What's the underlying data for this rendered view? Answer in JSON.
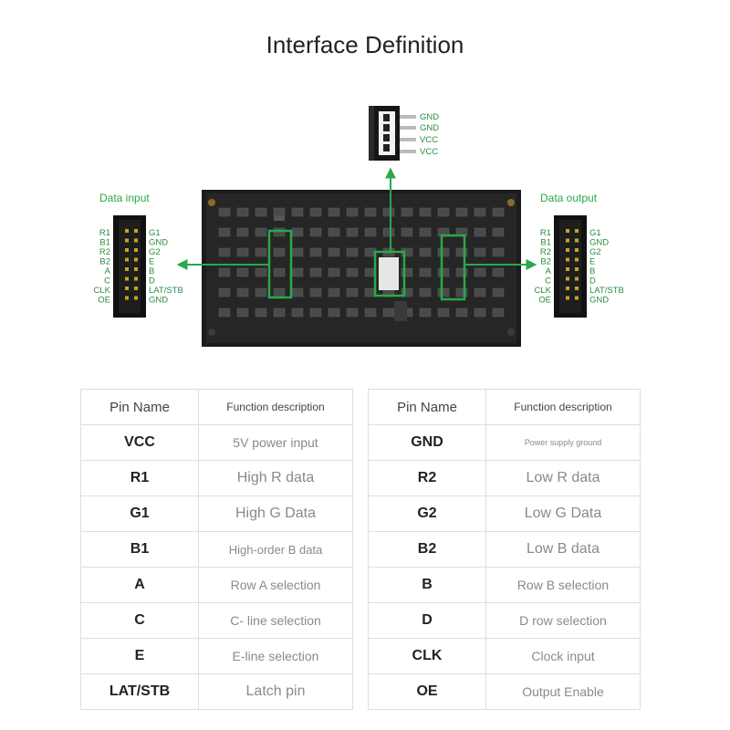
{
  "title": "Interface Definition",
  "power_connector": {
    "pins": [
      "GND",
      "GND",
      "VCC",
      "VCC"
    ]
  },
  "data_input": {
    "label": "Data input",
    "left_pins": [
      "R1",
      "B1",
      "R2",
      "B2",
      "A",
      "C",
      "CLK",
      "OE"
    ],
    "right_pins": [
      "G1",
      "GND",
      "G2",
      "E",
      "B",
      "D",
      "LAT/STB",
      "GND"
    ]
  },
  "data_output": {
    "label": "Data output",
    "left_pins": [
      "R1",
      "B1",
      "R2",
      "B2",
      "A",
      "C",
      "CLK",
      "OE"
    ],
    "right_pins": [
      "G1",
      "GND",
      "G2",
      "E",
      "B",
      "D",
      "LAT/STB",
      "GND"
    ]
  },
  "colors": {
    "accent": "#2aa84a",
    "board": "#1c1c1c",
    "header": "#111111"
  },
  "left_table": {
    "header": {
      "name": "Pin Name",
      "desc": "Function description"
    },
    "rows": [
      {
        "name": "VCC",
        "desc": "5V power input"
      },
      {
        "name": "R1",
        "desc": "High R data"
      },
      {
        "name": "G1",
        "desc": "High G Data"
      },
      {
        "name": "B1",
        "desc": "High-order B data"
      },
      {
        "name": "A",
        "desc": "Row A selection"
      },
      {
        "name": "C",
        "desc": "C- line selection"
      },
      {
        "name": "E",
        "desc": "E-line selection"
      },
      {
        "name": "LAT/STB",
        "desc": "Latch pin"
      }
    ]
  },
  "right_table": {
    "header": {
      "name": "Pin Name",
      "desc": "Function description"
    },
    "rows": [
      {
        "name": "GND",
        "desc": "Power supply ground"
      },
      {
        "name": "R2",
        "desc": "Low R data"
      },
      {
        "name": "G2",
        "desc": "Low G Data"
      },
      {
        "name": "B2",
        "desc": "Low B data"
      },
      {
        "name": "B",
        "desc": "Row B selection"
      },
      {
        "name": "D",
        "desc": "D row selection"
      },
      {
        "name": "CLK",
        "desc": "Clock input"
      },
      {
        "name": "OE",
        "desc": "Output Enable"
      }
    ]
  }
}
